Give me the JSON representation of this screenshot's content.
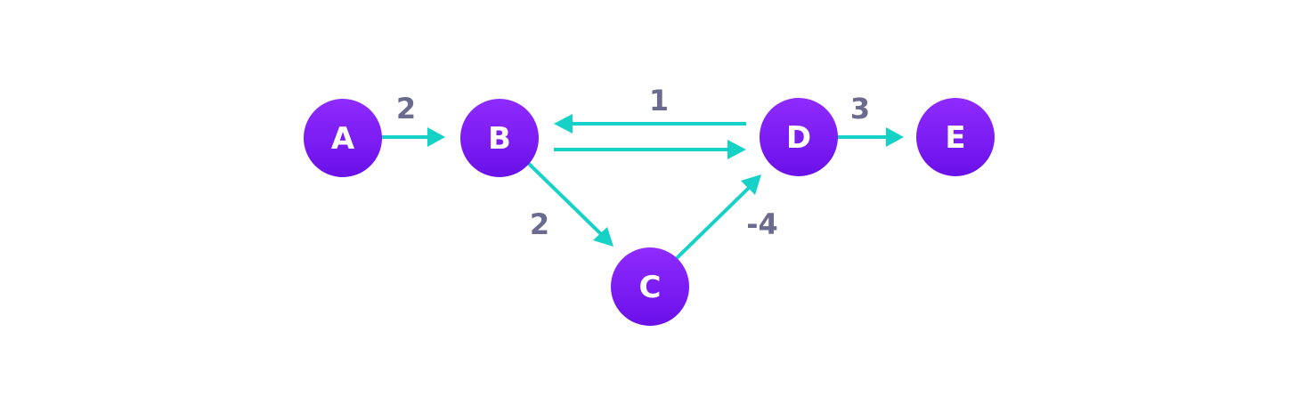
{
  "diagram": {
    "type": "weighted-directed-graph",
    "colors": {
      "node_top": "#8f2bff",
      "node_bottom": "#6a10e8",
      "edge": "#15d1c6",
      "edge_label": "#6b6a8f",
      "node_text": "#ffffff"
    },
    "nodes": [
      {
        "id": "A",
        "label": "A"
      },
      {
        "id": "B",
        "label": "B"
      },
      {
        "id": "C",
        "label": "C"
      },
      {
        "id": "D",
        "label": "D"
      },
      {
        "id": "E",
        "label": "E"
      }
    ],
    "edges": [
      {
        "from": "A",
        "to": "B",
        "weight": "2"
      },
      {
        "from": "D",
        "to": "B",
        "weight": "1"
      },
      {
        "from": "B",
        "to": "D",
        "weight": ""
      },
      {
        "from": "B",
        "to": "C",
        "weight": "2"
      },
      {
        "from": "C",
        "to": "D",
        "weight": "-4"
      },
      {
        "from": "D",
        "to": "E",
        "weight": "3"
      }
    ]
  }
}
